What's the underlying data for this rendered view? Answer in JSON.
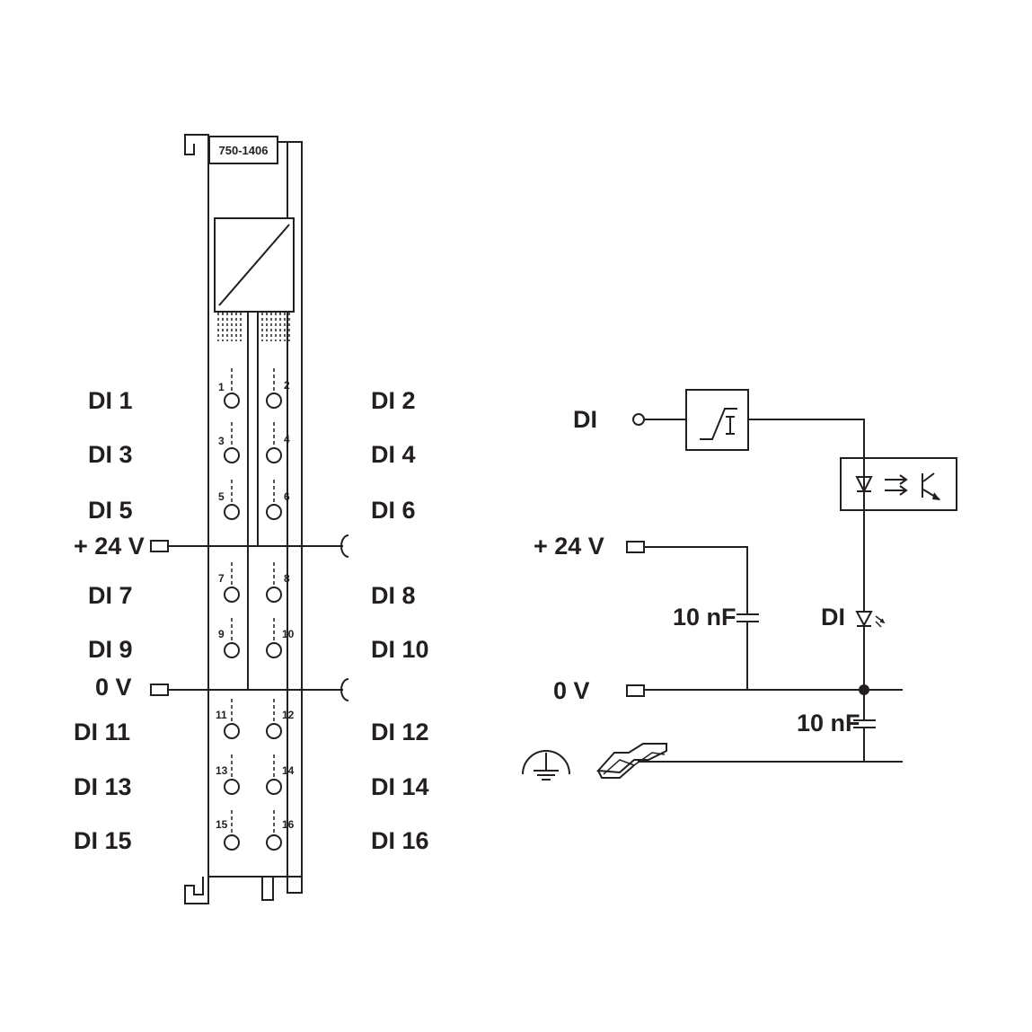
{
  "module": {
    "part_number": "750-1406",
    "left_labels": [
      "DI 1",
      "DI 3",
      "DI 5",
      "+ 24 V",
      "DI 7",
      "DI 9",
      "0 V",
      "DI 11",
      "DI 13",
      "DI 15"
    ],
    "right_labels": [
      "DI 2",
      "DI 4",
      "DI 6",
      "DI 8",
      "DI 10",
      "DI 12",
      "DI 14",
      "DI 16"
    ],
    "terminal_numbers": [
      "1",
      "2",
      "3",
      "4",
      "5",
      "6",
      "7",
      "8",
      "9",
      "10",
      "11",
      "12",
      "13",
      "14",
      "15",
      "16"
    ]
  },
  "circuit": {
    "input_label": "DI",
    "supply_label": "+ 24 V",
    "ground_label": "0 V",
    "cap1_label": "10 nF",
    "cap2_label": "10 nF",
    "led_label": "DI"
  },
  "colors": {
    "line": "#231f20",
    "module_fill": "#ffffff"
  }
}
